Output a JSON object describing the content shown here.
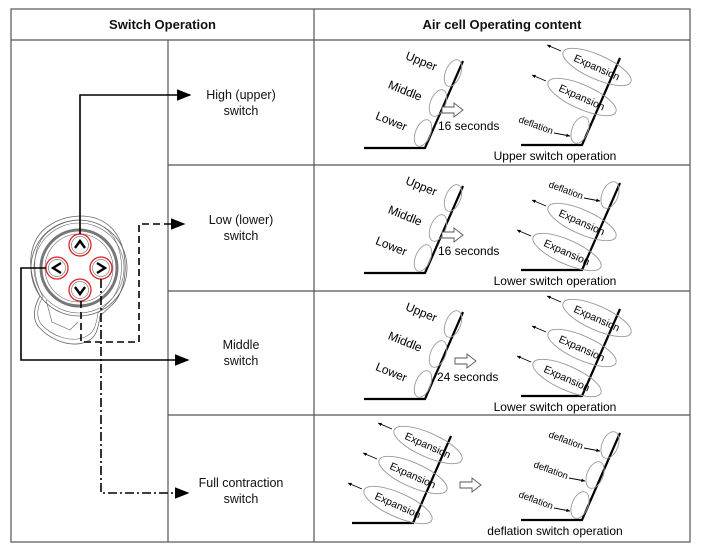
{
  "table": {
    "headers": {
      "switch_operation": "Switch Operation",
      "air_cell_content": "Air cell Operating content"
    },
    "rows": [
      {
        "switch_label": "High (upper)\nswitch",
        "line_style": "solid",
        "source_button": "up",
        "before": {
          "cells": [
            "Upper",
            "Middle",
            "Lower"
          ],
          "states": [
            "normal",
            "normal",
            "normal"
          ]
        },
        "duration": "16 seconds",
        "after": {
          "states": [
            "expansion",
            "expansion",
            "deflation"
          ]
        },
        "caption": "Upper switch operation"
      },
      {
        "switch_label": "Low (lower)\nswitch",
        "line_style": "dashed",
        "source_button": "down",
        "before": {
          "cells": [
            "Upper",
            "Middle",
            "Lower"
          ],
          "states": [
            "normal",
            "normal",
            "normal"
          ]
        },
        "duration": "16 seconds",
        "after": {
          "states": [
            "deflation",
            "expansion",
            "expansion"
          ]
        },
        "caption": "Lower  switch operation"
      },
      {
        "switch_label": "Middle\nswitch",
        "line_style": "solid",
        "source_button": "left",
        "before": {
          "cells": [
            "Upper",
            "Middle",
            "Lower"
          ],
          "states": [
            "normal",
            "normal",
            "normal"
          ]
        },
        "duration": "24 seconds",
        "after": {
          "states": [
            "expansion",
            "expansion",
            "expansion"
          ]
        },
        "caption": "Lower  switch operation"
      },
      {
        "switch_label": "Full contraction\nswitch",
        "line_style": "dash-dot",
        "source_button": "right",
        "before": {
          "cells": [],
          "states": [
            "expansion",
            "expansion",
            "expansion"
          ]
        },
        "duration": "",
        "after": {
          "states": [
            "deflation",
            "deflation",
            "deflation"
          ]
        },
        "caption": "deflation switch operation"
      }
    ]
  },
  "words": {
    "expansion": "Expansion",
    "deflation": "deflation"
  },
  "remote": {
    "buttons": [
      {
        "id": "up",
        "glyph": "^"
      },
      {
        "id": "left",
        "glyph": "<"
      },
      {
        "id": "right",
        "glyph": ">"
      },
      {
        "id": "down",
        "glyph": "v"
      }
    ]
  },
  "colors": {
    "button_ring": "#e02020",
    "line": "#000000",
    "cell_outline": "#999999",
    "grid": "#555555"
  }
}
